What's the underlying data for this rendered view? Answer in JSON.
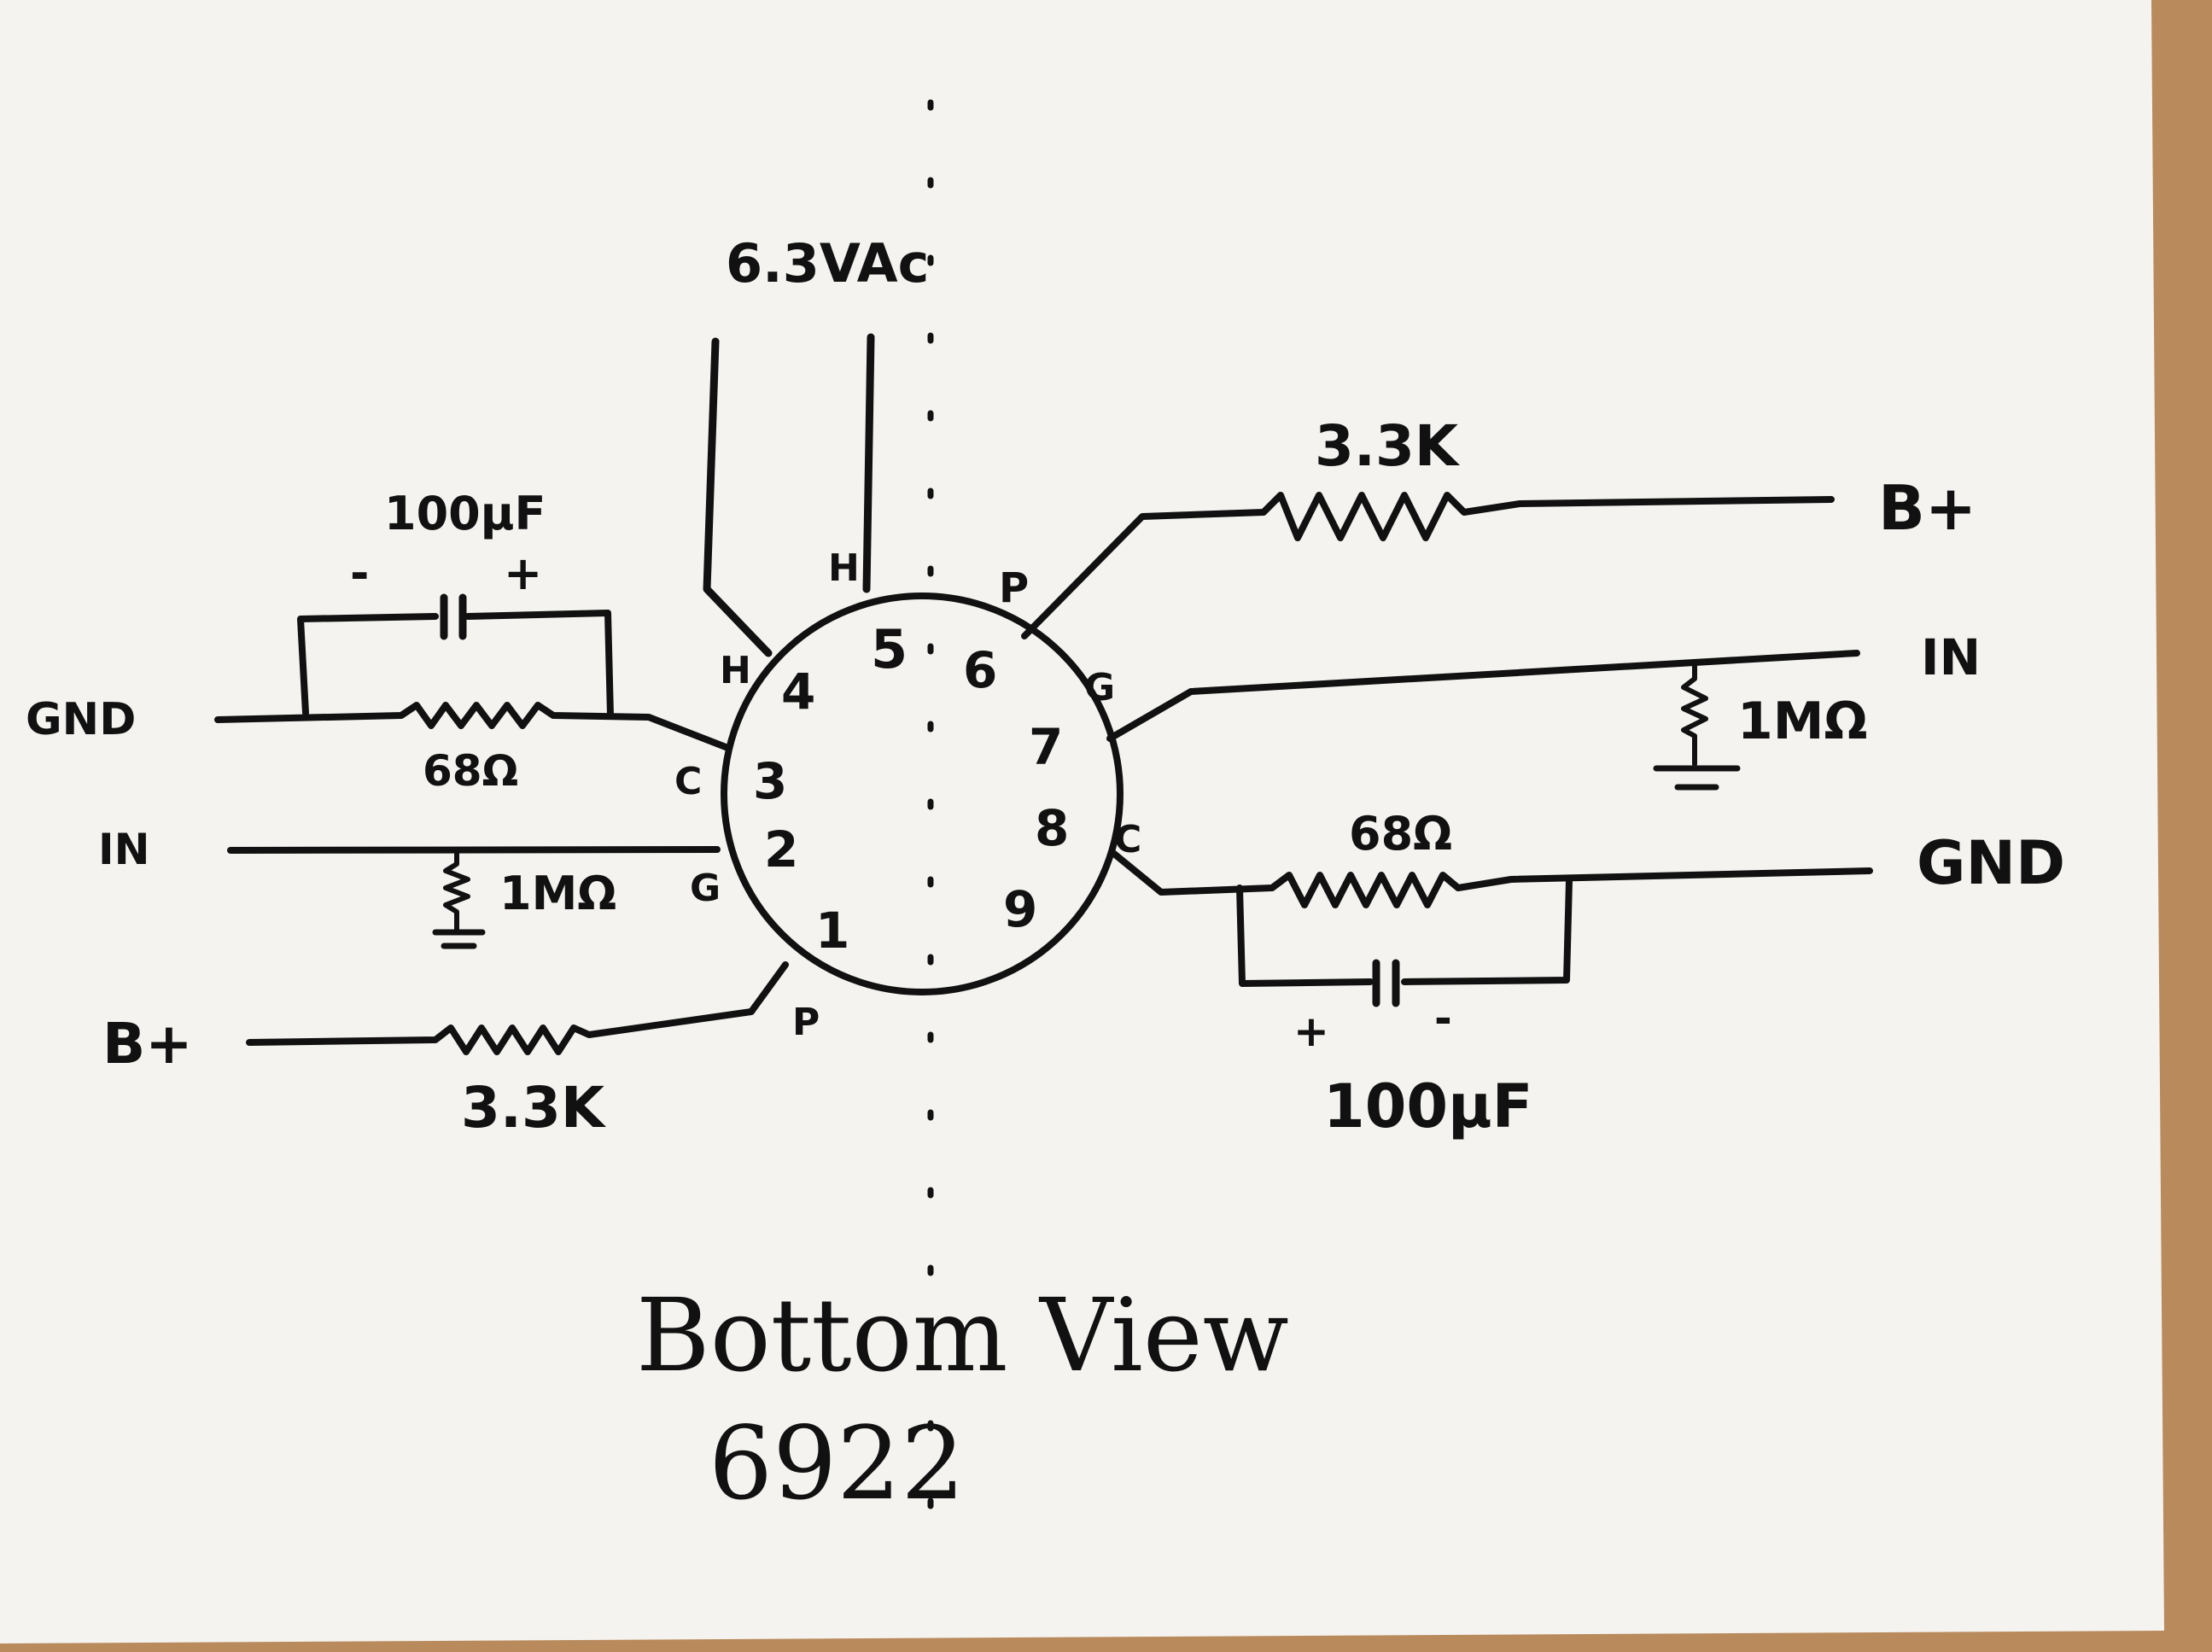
{
  "colors": {
    "paper": "#f4f3f0",
    "ink": "#111111",
    "table": "#b98a5c"
  },
  "heater": {
    "supply": "6.3VAc",
    "pin_label": "H"
  },
  "socket": {
    "pins": [
      "1",
      "2",
      "3",
      "4",
      "5",
      "6",
      "7",
      "8",
      "9"
    ]
  },
  "pin_roles": {
    "left_plate": "P",
    "left_grid": "G",
    "left_cathode": "C",
    "left_heater": "H",
    "right_plate": "P",
    "right_grid": "G",
    "right_cathode": "C"
  },
  "left_stage": {
    "gnd": "GND",
    "cap_value": "100μF",
    "cap_minus": "-",
    "cap_plus": "+",
    "cathode_resistor": "68Ω",
    "input": "IN",
    "grid_resistor": "1MΩ",
    "supply": "B+",
    "plate_resistor": "3.3K"
  },
  "right_stage": {
    "plate_resistor": "3.3K",
    "supply": "B+",
    "input": "IN",
    "grid_resistor": "1MΩ",
    "cathode_resistor": "68Ω",
    "gnd": "GND",
    "cap_plus": "+",
    "cap_minus": "-",
    "cap_value": "100μF"
  },
  "caption": {
    "line1": "Bottom View",
    "line2": "6922"
  }
}
